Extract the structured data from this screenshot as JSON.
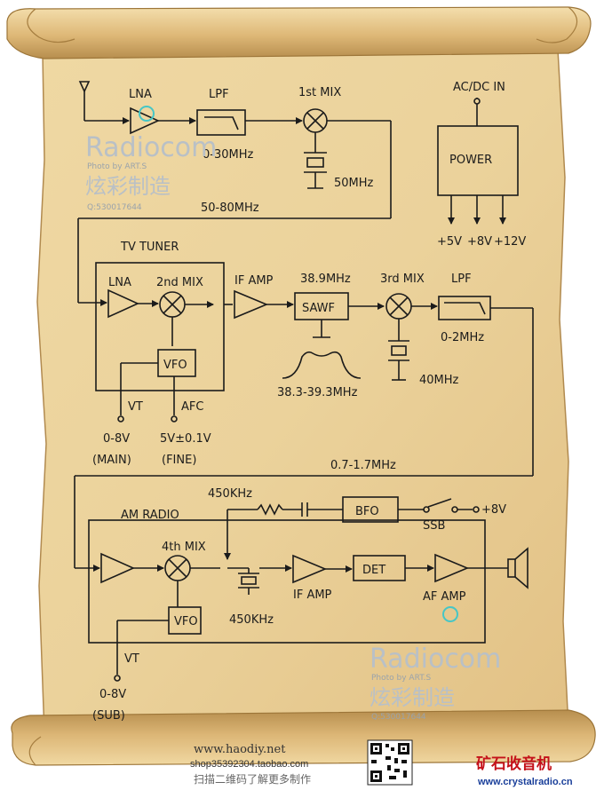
{
  "blocks": {
    "lna_top": "LNA",
    "lpf_top": "LPF",
    "mix1": "1st MIX",
    "lpf_top_range": "0-30MHz",
    "xtal1": "50MHz",
    "if1_range": "50-80MHz",
    "ac_dc_in": "AC/DC IN",
    "power": "POWER",
    "rail_5v": "+5V",
    "rail_8v": "+8V",
    "rail_12v": "+12V",
    "tv_tuner": "TV TUNER",
    "lna_tuner": "LNA",
    "mix2": "2nd MIX",
    "vfo_tuner": "VFO",
    "vt_tuner": "VT",
    "afc": "AFC",
    "vt_range": "0-8V",
    "vt_main": "(MAIN)",
    "afc_range": "5V±0.1V",
    "afc_fine": "(FINE)",
    "if_amp": "IF AMP",
    "sawf_freq": "38.9MHz",
    "sawf": "SAWF",
    "sawf_band": "38.3-39.3MHz",
    "mix3": "3rd MIX",
    "lpf_mid": "LPF",
    "lpf_mid_range": "0-2MHz",
    "xtal3": "40MHz",
    "if3_range": "0.7-1.7MHz",
    "am_radio": "AM RADIO",
    "bfo_freq": "450KHz",
    "bfo": "BFO",
    "ssb": "SSB",
    "bfo_supply": "+8V",
    "mix4": "4th MIX",
    "vfo_am": "VFO",
    "xtal4": "450KHz",
    "if_amp_am": "IF AMP",
    "det": "DET",
    "af_amp": "AF AMP",
    "vt_sub": "VT",
    "vt_sub_range": "0-8V",
    "vt_sub_label": "(SUB)"
  },
  "watermark": {
    "name": "Radiocom",
    "credit": "Photo by ART.S",
    "cn": "炫彩制造",
    "qq": "Q:530017644"
  },
  "footer": {
    "site": "www.haodiy.net",
    "shop": "shop35392304.taobao.com",
    "cn": "扫描二维码了解更多制作",
    "brand": "矿石收音机",
    "brand_url": "www.crystalradio.cn"
  },
  "colors": {
    "parchment": "#e9cf97",
    "ink": "#1b1b1b",
    "accent_circle": "#46c6c6"
  }
}
